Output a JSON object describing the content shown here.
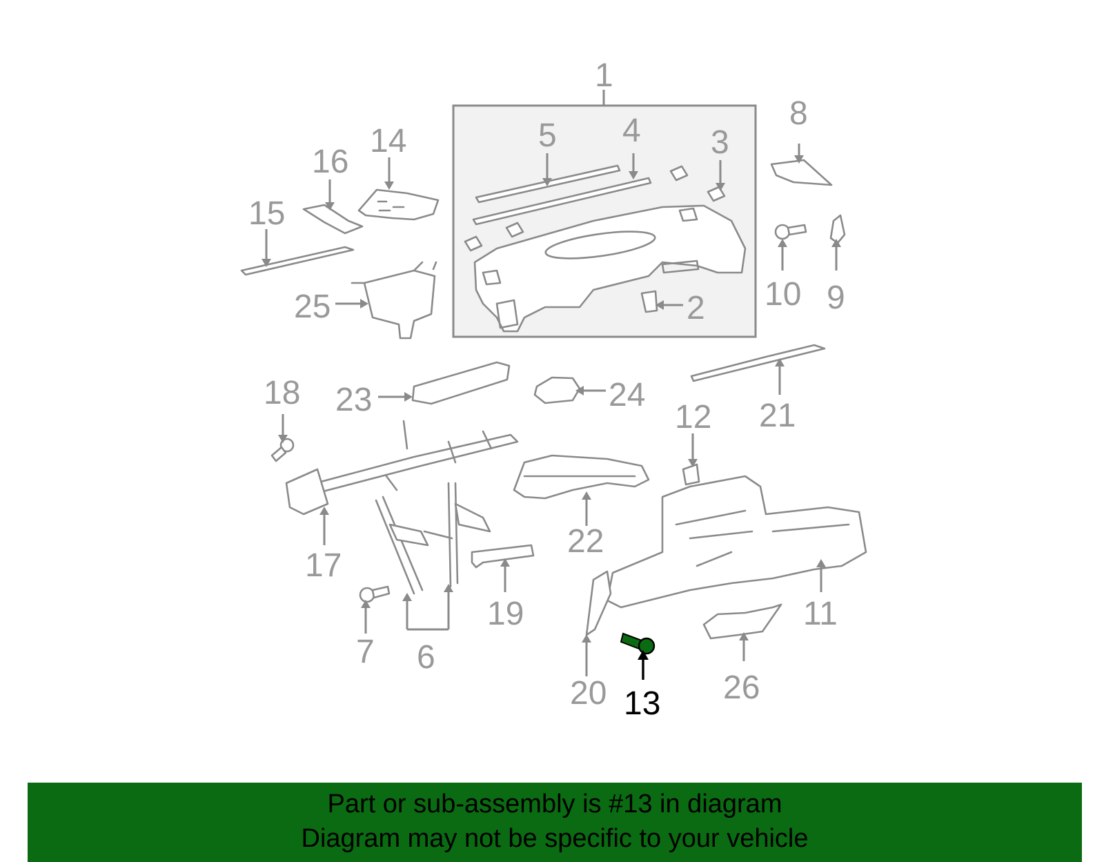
{
  "diagram": {
    "callouts": {
      "c1": "1",
      "c2": "2",
      "c3": "3",
      "c4": "4",
      "c5": "5",
      "c6": "6",
      "c7": "7",
      "c8": "8",
      "c9": "9",
      "c10": "10",
      "c11": "11",
      "c12": "12",
      "c13": "13",
      "c14": "14",
      "c15": "15",
      "c16": "16",
      "c17": "17",
      "c18": "18",
      "c19": "19",
      "c20": "20",
      "c21": "21",
      "c22": "22",
      "c23": "23",
      "c24": "24",
      "c25": "25",
      "c26": "26"
    },
    "highlighted_part": "13",
    "colors": {
      "part": "#8a8a8a",
      "highlight": "#000000",
      "highlight_part": "#0b6b12",
      "banner": "#0b6b12"
    }
  },
  "banner": {
    "line1": "Part or sub-assembly is #13 in diagram",
    "line2": "Diagram may not be specific to your vehicle"
  }
}
